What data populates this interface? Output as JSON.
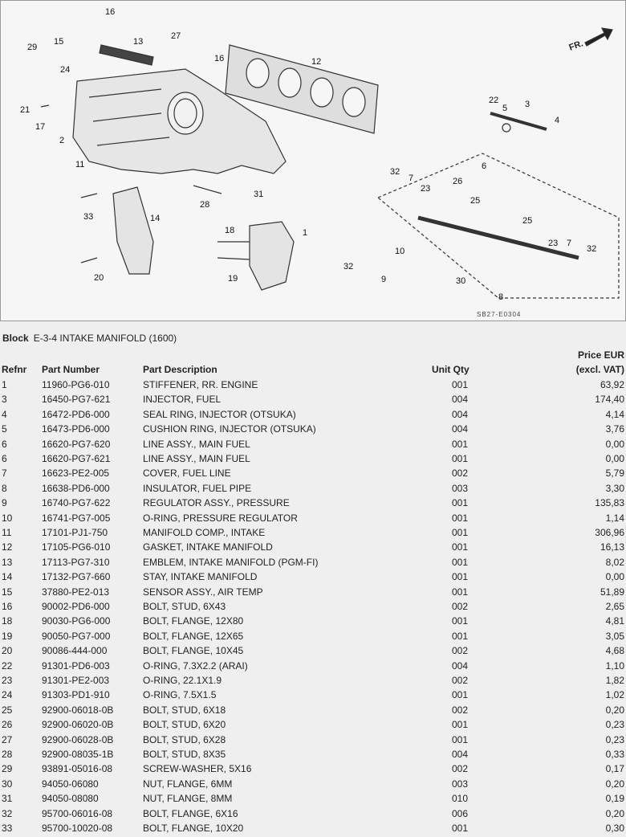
{
  "diagram": {
    "direction_label": "FR.",
    "drawing_code": "SB27-E0304",
    "callouts": [
      "16",
      "13",
      "27",
      "29",
      "15",
      "24",
      "21",
      "17",
      "2",
      "11",
      "16",
      "12",
      "22",
      "5",
      "3",
      "4",
      "6",
      "32",
      "7",
      "26",
      "23",
      "25",
      "25",
      "23",
      "7",
      "32",
      "33",
      "14",
      "28",
      "31",
      "18",
      "19",
      "1",
      "10",
      "32",
      "9",
      "30",
      "8",
      "20"
    ]
  },
  "block": {
    "label": "Block",
    "title": "E-3-4 INTAKE MANIFOLD (1600)"
  },
  "table": {
    "headers": {
      "refnr": "Refnr",
      "part_number": "Part Number",
      "description": "Part Description",
      "qty": "Unit Qty",
      "price_line1": "Price EUR",
      "price_line2": "(excl. VAT)"
    },
    "rows": [
      [
        "1",
        "11960-PG6-010",
        "STIFFENER, RR. ENGINE",
        "001",
        "63,92"
      ],
      [
        "3",
        "16450-PG7-621",
        "INJECTOR, FUEL",
        "004",
        "174,40"
      ],
      [
        "4",
        "16472-PD6-000",
        "SEAL RING, INJECTOR (OTSUKA)",
        "004",
        "4,14"
      ],
      [
        "5",
        "16473-PD6-000",
        "CUSHION RING, INJECTOR (OTSUKA)",
        "004",
        "3,76"
      ],
      [
        "6",
        "16620-PG7-620",
        "LINE ASSY., MAIN FUEL",
        "001",
        "0,00"
      ],
      [
        "6",
        "16620-PG7-621",
        "LINE ASSY., MAIN FUEL",
        "001",
        "0,00"
      ],
      [
        "7",
        "16623-PE2-005",
        "COVER, FUEL LINE",
        "002",
        "5,79"
      ],
      [
        "8",
        "16638-PD6-000",
        "INSULATOR, FUEL PIPE",
        "003",
        "3,30"
      ],
      [
        "9",
        "16740-PG7-622",
        "REGULATOR ASSY., PRESSURE",
        "001",
        "135,83"
      ],
      [
        "10",
        "16741-PG7-005",
        "O-RING, PRESSURE REGULATOR",
        "001",
        "1,14"
      ],
      [
        "11",
        "17101-PJ1-750",
        "MANIFOLD COMP., INTAKE",
        "001",
        "306,96"
      ],
      [
        "12",
        "17105-PG6-010",
        "GASKET, INTAKE MANIFOLD",
        "001",
        "16,13"
      ],
      [
        "13",
        "17113-PG7-310",
        "EMBLEM, INTAKE MANIFOLD (PGM-FI)",
        "001",
        "8,02"
      ],
      [
        "14",
        "17132-PG7-660",
        "STAY, INTAKE MANIFOLD",
        "001",
        "0,00"
      ],
      [
        "15",
        "37880-PE2-013",
        "SENSOR ASSY., AIR TEMP",
        "001",
        "51,89"
      ],
      [
        "16",
        "90002-PD6-000",
        "BOLT, STUD, 6X43",
        "002",
        "2,65"
      ],
      [
        "18",
        "90030-PG6-000",
        "BOLT, FLANGE, 12X80",
        "001",
        "4,81"
      ],
      [
        "19",
        "90050-PG7-000",
        "BOLT, FLANGE, 12X65",
        "001",
        "3,05"
      ],
      [
        "20",
        "90086-444-000",
        "BOLT, FLANGE, 10X45",
        "002",
        "4,68"
      ],
      [
        "22",
        "91301-PD6-003",
        "O-RING, 7.3X2.2 (ARAI)",
        "004",
        "1,10"
      ],
      [
        "23",
        "91301-PE2-003",
        "O-RING, 22.1X1.9",
        "002",
        "1,82"
      ],
      [
        "24",
        "91303-PD1-910",
        "O-RING, 7.5X1.5",
        "001",
        "1,02"
      ],
      [
        "25",
        "92900-06018-0B",
        "BOLT, STUD, 6X18",
        "002",
        "0,20"
      ],
      [
        "26",
        "92900-06020-0B",
        "BOLT, STUD, 6X20",
        "001",
        "0,23"
      ],
      [
        "27",
        "92900-06028-0B",
        "BOLT, STUD, 6X28",
        "001",
        "0,23"
      ],
      [
        "28",
        "92900-08035-1B",
        "BOLT, STUD, 8X35",
        "004",
        "0,33"
      ],
      [
        "29",
        "93891-05016-08",
        "SCREW-WASHER, 5X16",
        "002",
        "0,17"
      ],
      [
        "30",
        "94050-06080",
        "NUT, FLANGE, 6MM",
        "003",
        "0,20"
      ],
      [
        "31",
        "94050-08080",
        "NUT, FLANGE, 8MM",
        "010",
        "0,19"
      ],
      [
        "32",
        "95700-06016-08",
        "BOLT, FLANGE, 6X16",
        "006",
        "0,20"
      ],
      [
        "33",
        "95700-10020-08",
        "BOLT, FLANGE, 10X20",
        "001",
        "0,30"
      ]
    ]
  }
}
